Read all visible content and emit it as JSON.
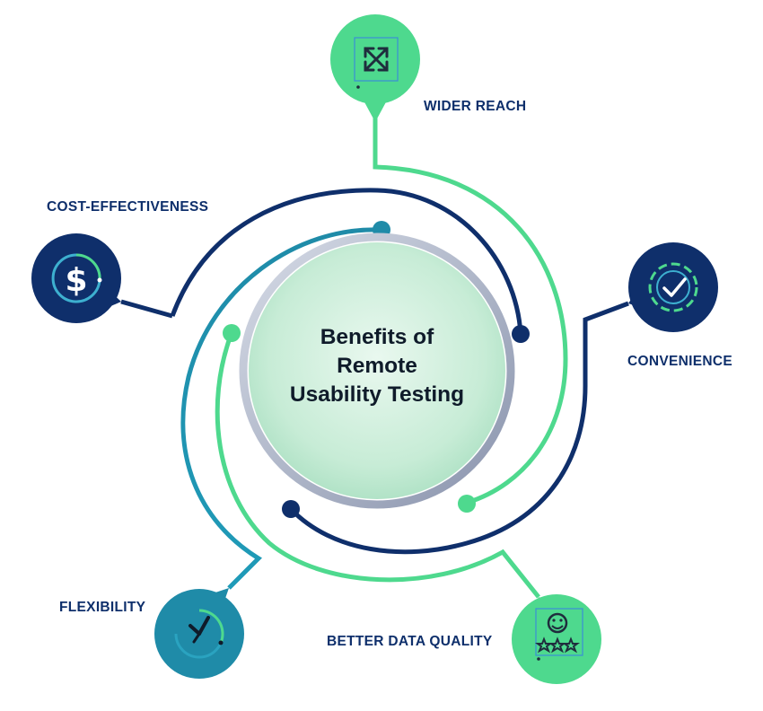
{
  "diagram": {
    "title_lines": [
      "Benefits of",
      "Remote",
      "Usability Testing"
    ],
    "benefits": [
      {
        "id": "wider-reach",
        "label": "WIDER REACH",
        "icon": "expand-arrows-icon",
        "color": "#4ed98e"
      },
      {
        "id": "convenience",
        "label": "CONVENIENCE",
        "icon": "gear-check-icon",
        "color": "#0f2f6b"
      },
      {
        "id": "better-data-quality",
        "label": "BETTER DATA QUALITY",
        "icon": "smiley-stars-icon",
        "color": "#4ed98e"
      },
      {
        "id": "flexibility",
        "label": "FLEXIBILITY",
        "icon": "clock-icon",
        "color": "#1f8ba8"
      },
      {
        "id": "cost-effectiveness",
        "label": "COST-EFFECTIVENESS",
        "icon": "dollar-icon",
        "color": "#0f2f6b"
      }
    ],
    "colors": {
      "green": "#4ed98e",
      "navy": "#0f2f6b",
      "teal": "#1f8ba8",
      "label_text": "#0e2f6b",
      "title_text": "#0f1b2a"
    }
  }
}
